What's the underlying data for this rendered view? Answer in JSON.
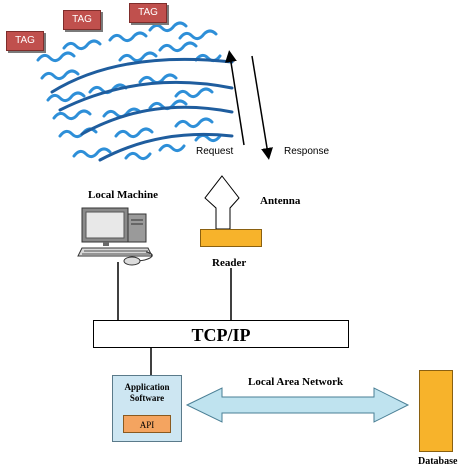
{
  "tags": [
    "TAG",
    "TAG",
    "TAG"
  ],
  "signals": {
    "request": "Request",
    "response": "Response"
  },
  "labels": {
    "local_machine": "Local Machine",
    "antenna": "Antenna",
    "reader": "Reader",
    "tcp_ip": "TCP/IP",
    "application_software": "Application Software",
    "api": "API",
    "local_area_network": "Local Area Network",
    "database": "Database"
  },
  "colors": {
    "tag_fill": "#c0504d",
    "wave_stroke": "#2e8fd8",
    "arc_stroke": "#1f5d9e",
    "reader_fill": "#f7b32b",
    "database_fill": "#f7b32b",
    "app_fill": "#cde6f2",
    "api_fill": "#f4a460",
    "lan_arrow_fill": "#bfe3ef"
  }
}
